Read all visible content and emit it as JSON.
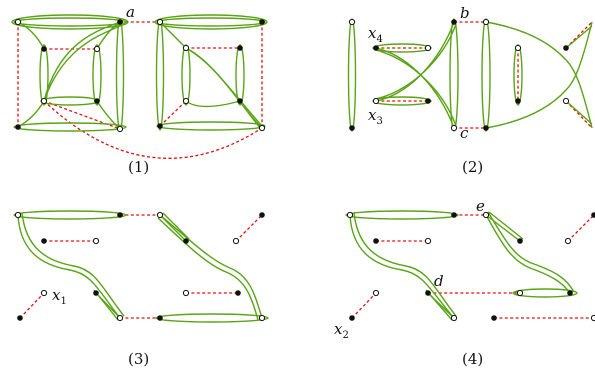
{
  "panels": [
    {
      "caption": "(1)"
    },
    {
      "caption": "(2)"
    },
    {
      "caption": "(3)"
    },
    {
      "caption": "(4)"
    }
  ],
  "vertex_labels": {
    "a": "a",
    "b": "b",
    "c": "c",
    "d": "d",
    "e": "e",
    "x": "x",
    "x4_sub": "4",
    "x3_sub": "3",
    "x1_sub": "1",
    "x2_sub": "2"
  },
  "colors": {
    "hyperedge": "#5aa316",
    "matching_edge": "#e01010",
    "vertex_filled": "#111111",
    "vertex_empty": "#ffffff"
  }
}
